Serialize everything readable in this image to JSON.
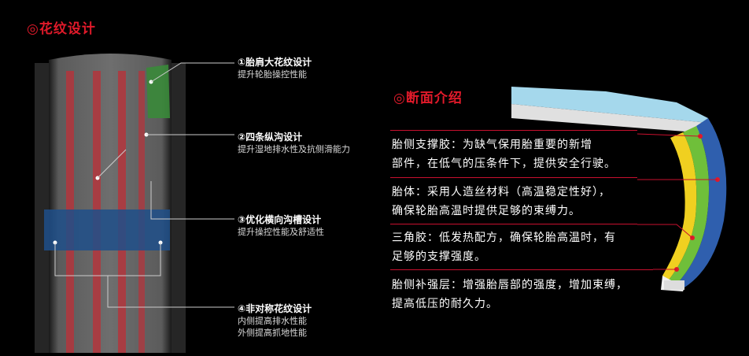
{
  "tread_section": {
    "heading": "◎花纹设计",
    "callouts": [
      {
        "title": "①胎肩大花纹设计",
        "desc": [
          "提升轮胎操控性能"
        ]
      },
      {
        "title": "②四条纵沟设计",
        "desc": [
          "提升湿地排水性及抗侧滑能力"
        ]
      },
      {
        "title": "③优化横向沟槽设计",
        "desc": [
          "提升操控性能及舒适性"
        ]
      },
      {
        "title": "④非对称花纹设计",
        "desc": [
          "内侧提高排水性能",
          "外侧提高抓地性能"
        ]
      }
    ]
  },
  "cross_section": {
    "heading": "◎断面介绍",
    "items": [
      {
        "lines": [
          "胎侧支撑胶：为缺气保用胎重要的新增",
          "部件，在低气的压条件下，提供安全行驶。"
        ]
      },
      {
        "lines": [
          "胎体：采用人造丝材料（高温稳定性好），",
          "确保轮胎高温时提供足够的束缚力。"
        ]
      },
      {
        "lines": [
          "三角胶：低发热配方，确保轮胎高温时，有",
          "足够的支撑强度。"
        ]
      },
      {
        "lines": [
          "胎侧补强层：增强胎唇部的强度，增加束缚，",
          "提高低压的耐久力。"
        ]
      }
    ]
  },
  "colors": {
    "accent": "#e11a2a",
    "rule": "#c8102e",
    "tread_green": "#3a8a3a",
    "tread_blue": "#1f4f8a",
    "groove_red": "#b8323a"
  }
}
